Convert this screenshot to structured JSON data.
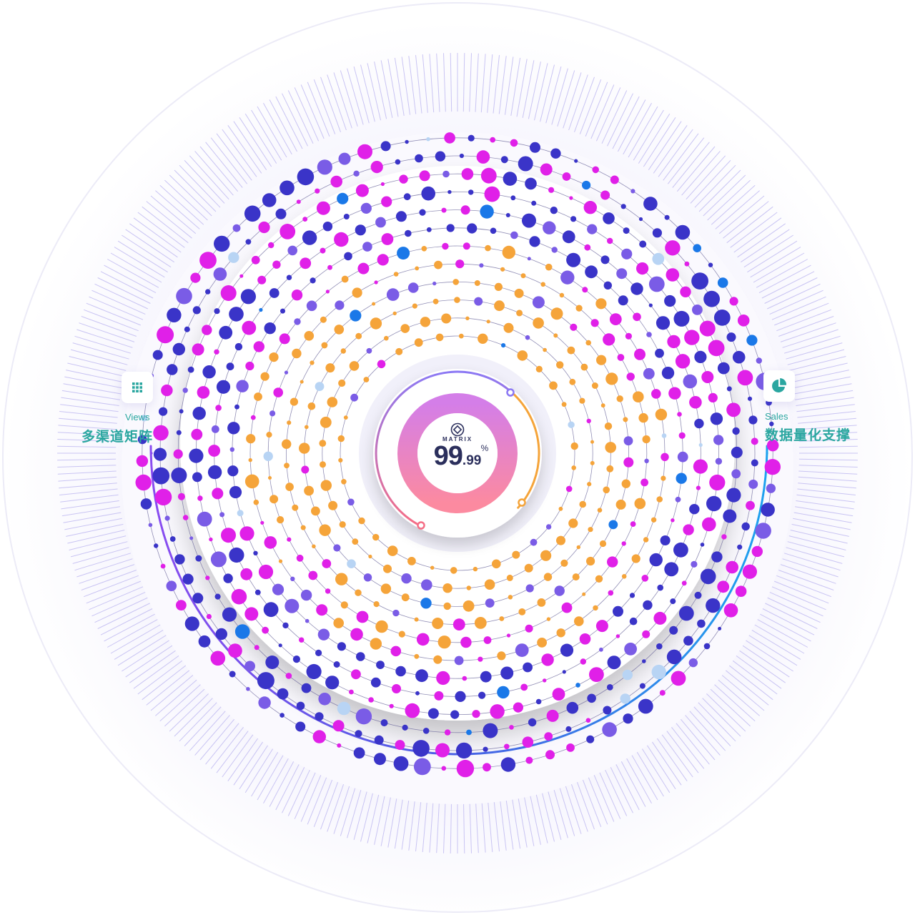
{
  "center": {
    "label": "MATRIX",
    "value_int": "99",
    "value_dec": ".99",
    "unit": "%",
    "icon": "diamond-logo-icon"
  },
  "left_panel": {
    "icon": "grid-icon",
    "subtitle": "Views",
    "title": "多渠道矩阵",
    "accent": "#2aa6a0"
  },
  "right_panel": {
    "icon": "pie-chart-icon",
    "subtitle": "Sales",
    "title": "数据量化支撑",
    "accent": "#2aa6a0"
  },
  "palette": {
    "navy": "#3a34c8",
    "magenta": "#e020e8",
    "orange": "#f5a43a",
    "violet": "#7a5ce6",
    "blue": "#1a78e8",
    "pale_blue": "#b8d4f4",
    "ring_pink": "#f77ea0",
    "ring_purple": "#c07ef0",
    "arc_violet": "#8a5cf0",
    "arc_blue": "#1ea2ee"
  }
}
